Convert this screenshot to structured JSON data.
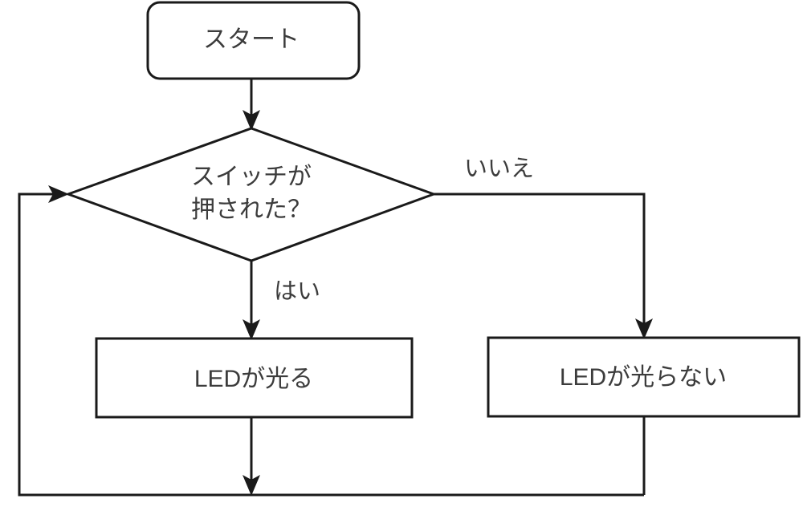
{
  "diagram": {
    "title": "LED switch flowchart",
    "language": "ja",
    "stroke_color": "#1a1a1a",
    "text_color": "#3c3c3c",
    "fill_color": "#ffffff",
    "nodes": {
      "start": {
        "label": "スタート",
        "shape": "rounded-rectangle"
      },
      "decision": {
        "label_line1": "スイッチが",
        "label_line2": "押された？",
        "shape": "diamond"
      },
      "process_yes": {
        "label": "LEDが光る",
        "shape": "rectangle"
      },
      "process_no": {
        "label": "LEDが光らない",
        "shape": "rectangle"
      }
    },
    "edges": {
      "yes_label": "はい",
      "no_label": "いいえ"
    }
  }
}
